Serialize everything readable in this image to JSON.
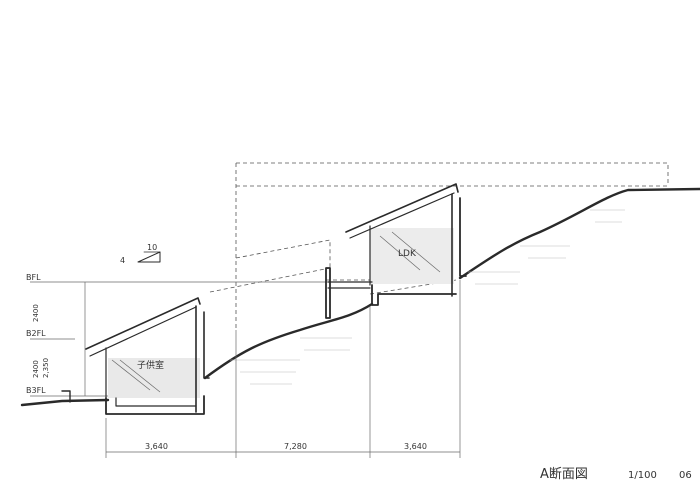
{
  "drawing": {
    "title": "A断面図",
    "scale": "1/100",
    "sheet_no": "06"
  },
  "levels": {
    "top": "BFL",
    "mid": "B2FL",
    "low": "B3FL"
  },
  "level_dims": {
    "upper": "2400",
    "lower": "2400",
    "inner": "2,350"
  },
  "rooms": {
    "ldk": "LDK",
    "kids": "子供室"
  },
  "slope": {
    "rise": "4",
    "run": "10"
  },
  "spans": [
    "3,640",
    "7,280",
    "3,640"
  ],
  "colors": {
    "ink": "#2a2a2a",
    "line": "#6a6a6a",
    "tone": "#c8c8c8"
  }
}
